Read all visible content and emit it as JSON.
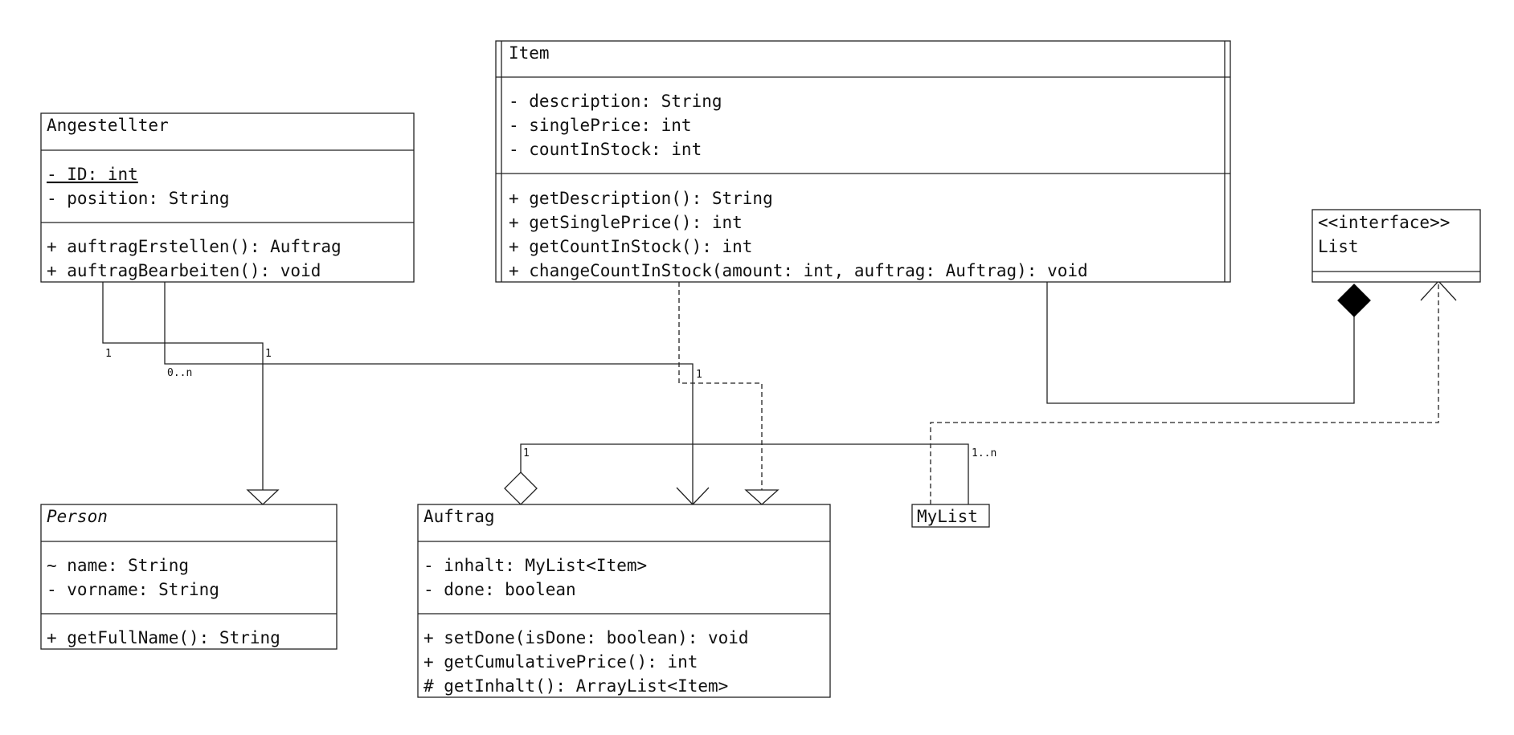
{
  "classes": {
    "angestellter": {
      "name": "Angestellter",
      "attributes": [
        "- ID: int",
        "- position: String"
      ],
      "methods": [
        "+ auftragErstellen(): Auftrag",
        "+ auftragBearbeiten(): void"
      ]
    },
    "item": {
      "name": "Item",
      "attributes": [
        "- description: String",
        "- singlePrice: int",
        "- countInStock: int"
      ],
      "methods": [
        "+ getDescription(): String",
        "+ getSinglePrice(): int",
        "+ getCountInStock(): int",
        "+ changeCountInStock(amount: int, auftrag: Auftrag): void"
      ]
    },
    "list": {
      "stereotype": "<<interface>>",
      "name": "List"
    },
    "person": {
      "name": "Person",
      "attributes": [
        "~ name: String",
        "- vorname: String"
      ],
      "methods": [
        "+ getFullName(): String"
      ]
    },
    "auftrag": {
      "name": "Auftrag",
      "attributes": [
        "- inhalt: MyList<Item>",
        "- done: boolean"
      ],
      "methods": [
        "+ setDone(isDone: boolean): void",
        "+ getCumulativePrice(): int",
        "# getInhalt(): ArrayList<Item>"
      ]
    },
    "mylist": {
      "name": "MyList"
    }
  },
  "multiplicities": {
    "angestellter_person": "1",
    "person_end": "1",
    "angestellter_auftrag": "0..n",
    "auftrag_end": "1",
    "auftrag_mylist": "1",
    "mylist_end": "1..n"
  }
}
